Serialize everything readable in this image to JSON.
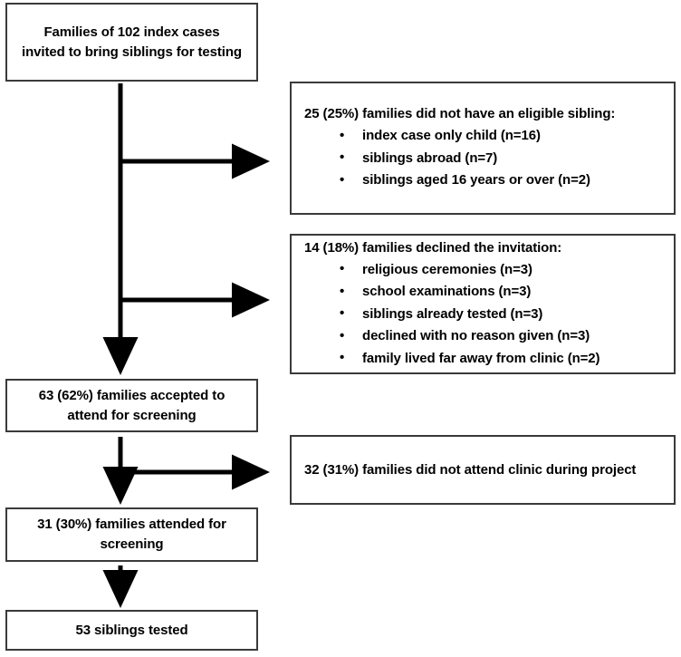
{
  "diagram": {
    "title": "Sibling screening recruitment flow",
    "line_color": "#000000",
    "box_border_color": "#3a3a3a",
    "background": "#ffffff"
  },
  "nodes": {
    "start": {
      "id": "start",
      "text": "Families of 102 index cases\ninvited to bring siblings for testing"
    },
    "no_eligible_sibling": {
      "id": "no-eligible-sibling",
      "heading": "25 (25%) families did not have an eligible sibling:",
      "items": [
        "index case only child (n=16)",
        "siblings abroad (n=7)",
        "siblings aged 16 years or over (n=2)"
      ]
    },
    "declined": {
      "id": "declined-invitation",
      "heading": "14 (18%) families declined the invitation:",
      "items": [
        "religious ceremonies (n=3)",
        "school examinations (n=3)",
        "siblings already tested (n=3)",
        "declined with no reason given (n=3)",
        "family lived far away from clinic (n=2)"
      ]
    },
    "accepted": {
      "id": "accepted-screening",
      "text": "63 (62%) families accepted to\nattend for screening"
    },
    "did_not_attend": {
      "id": "did-not-attend",
      "text": "32 (31%) families did not attend clinic during project"
    },
    "attended": {
      "id": "attended-screening",
      "text": "31 (30%) families attended for\nscreening"
    },
    "tested": {
      "id": "siblings-tested",
      "text": "53 siblings tested"
    }
  },
  "chart_data": {
    "type": "flowchart",
    "title": "Sibling screening recruitment flow",
    "stages": [
      {
        "label": "Families of 102 index cases invited to bring siblings for testing",
        "count": 102,
        "percent": null
      },
      {
        "label": "63 (62%) families accepted to attend for screening",
        "count": 63,
        "percent": 62
      },
      {
        "label": "31 (30%) families attended for screening",
        "count": 31,
        "percent": 30
      },
      {
        "label": "53 siblings tested",
        "count": 53,
        "percent": null
      }
    ],
    "exclusions": [
      {
        "label": "25 (25%) families did not have an eligible sibling",
        "count": 25,
        "percent": 25,
        "reasons": [
          {
            "label": "index case only child",
            "n": 16
          },
          {
            "label": "siblings abroad",
            "n": 7
          },
          {
            "label": "siblings aged 16 years or over",
            "n": 2
          }
        ]
      },
      {
        "label": "14 (18%) families declined the invitation",
        "count": 14,
        "percent": 18,
        "reasons": [
          {
            "label": "religious ceremonies",
            "n": 3
          },
          {
            "label": "school examinations",
            "n": 3
          },
          {
            "label": "siblings already tested",
            "n": 3
          },
          {
            "label": "declined with no reason given",
            "n": 3
          },
          {
            "label": "family lived far away from clinic",
            "n": 2
          }
        ]
      },
      {
        "label": "32 (31%) families did not attend clinic during project",
        "count": 32,
        "percent": 31,
        "reasons": []
      }
    ]
  }
}
